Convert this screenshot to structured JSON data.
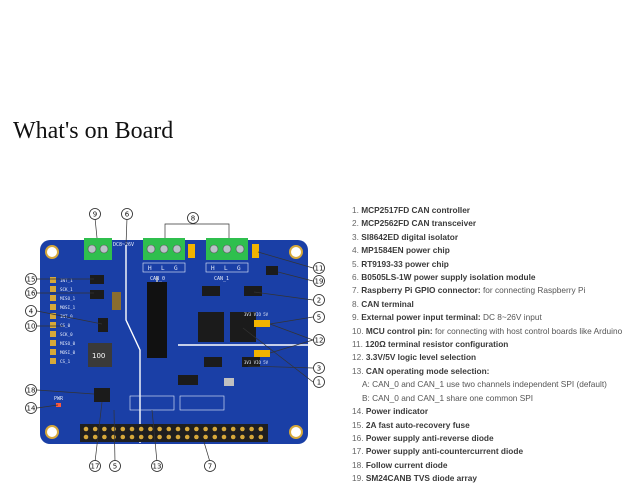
{
  "heading": "What's on Board",
  "board": {
    "terminal_label": "DC8~26V",
    "can0_label": "CAN_0",
    "can1_label": "CAN_1",
    "terminal_letters_0": [
      "H",
      "L",
      "G"
    ],
    "terminal_letters_1": [
      "H",
      "L",
      "G"
    ],
    "pin_labels": [
      "INT_1",
      "SCK_1",
      "MISO_1",
      "MOSI_1",
      "INT_0",
      "CS_0",
      "SCK_0",
      "MISO_0",
      "MOSI_0",
      "CS_1"
    ],
    "inductor_label": "100",
    "pwr_label": "PWR",
    "vio_label_top": "3V3 VIO 5V",
    "vio_label_bottom": "3V3 VIO 5V",
    "callouts": [
      "9",
      "6",
      "8",
      "15",
      "16",
      "4",
      "10",
      "11",
      "19",
      "2",
      "5",
      "12",
      "3",
      "1",
      "18",
      "14",
      "17",
      "5",
      "13",
      "7"
    ]
  },
  "items": [
    {
      "num": "1.",
      "name": "MCP2517FD CAN controller",
      "desc": ""
    },
    {
      "num": "2.",
      "name": "MCP2562FD CAN transceiver",
      "desc": ""
    },
    {
      "num": "3.",
      "name": "SI8642ED digital isolator",
      "desc": ""
    },
    {
      "num": "4.",
      "name": "MP1584EN power chip",
      "desc": ""
    },
    {
      "num": "5.",
      "name": "RT9193-33 power chip",
      "desc": ""
    },
    {
      "num": "6.",
      "name": "B0505LS-1W power supply isolation module",
      "desc": ""
    },
    {
      "num": "7.",
      "name": "Raspberry Pi GPIO connector:",
      "desc": " for connecting Raspberry Pi"
    },
    {
      "num": "8.",
      "name": "CAN terminal",
      "desc": ""
    },
    {
      "num": "9.",
      "name": "External power input terminal:",
      "desc": " DC 8~26V input"
    },
    {
      "num": "10.",
      "name": "MCU control pin:",
      "desc": " for connecting with host control boards like Arduino"
    },
    {
      "num": "11.",
      "name": "120Ω terminal resistor configuration",
      "desc": ""
    },
    {
      "num": "12.",
      "name": "3.3V/5V logic level selection",
      "desc": ""
    },
    {
      "num": "13.",
      "name": "CAN operating mode selection:",
      "desc": ""
    },
    {
      "sub": "A: CAN_0 and CAN_1 use two channels independent SPI (default)"
    },
    {
      "sub": "B: CAN_0 and CAN_1 share one common SPI"
    },
    {
      "num": "14.",
      "name": "Power indicator",
      "desc": ""
    },
    {
      "num": "15.",
      "name": "2A fast auto-recovery fuse",
      "desc": ""
    },
    {
      "num": "16.",
      "name": "Power supply anti-reverse diode",
      "desc": ""
    },
    {
      "num": "17.",
      "name": "Power supply anti-countercurrent diode",
      "desc": ""
    },
    {
      "num": "18.",
      "name": "Follow current diode",
      "desc": ""
    },
    {
      "num": "19.",
      "name": "SM24CANB TVS diode array",
      "desc": ""
    }
  ],
  "colors": {
    "pcb": "#1a3fa6",
    "terminal": "#2fbf4e",
    "jumper": "#f2b300",
    "gold": "#d6a83a"
  }
}
